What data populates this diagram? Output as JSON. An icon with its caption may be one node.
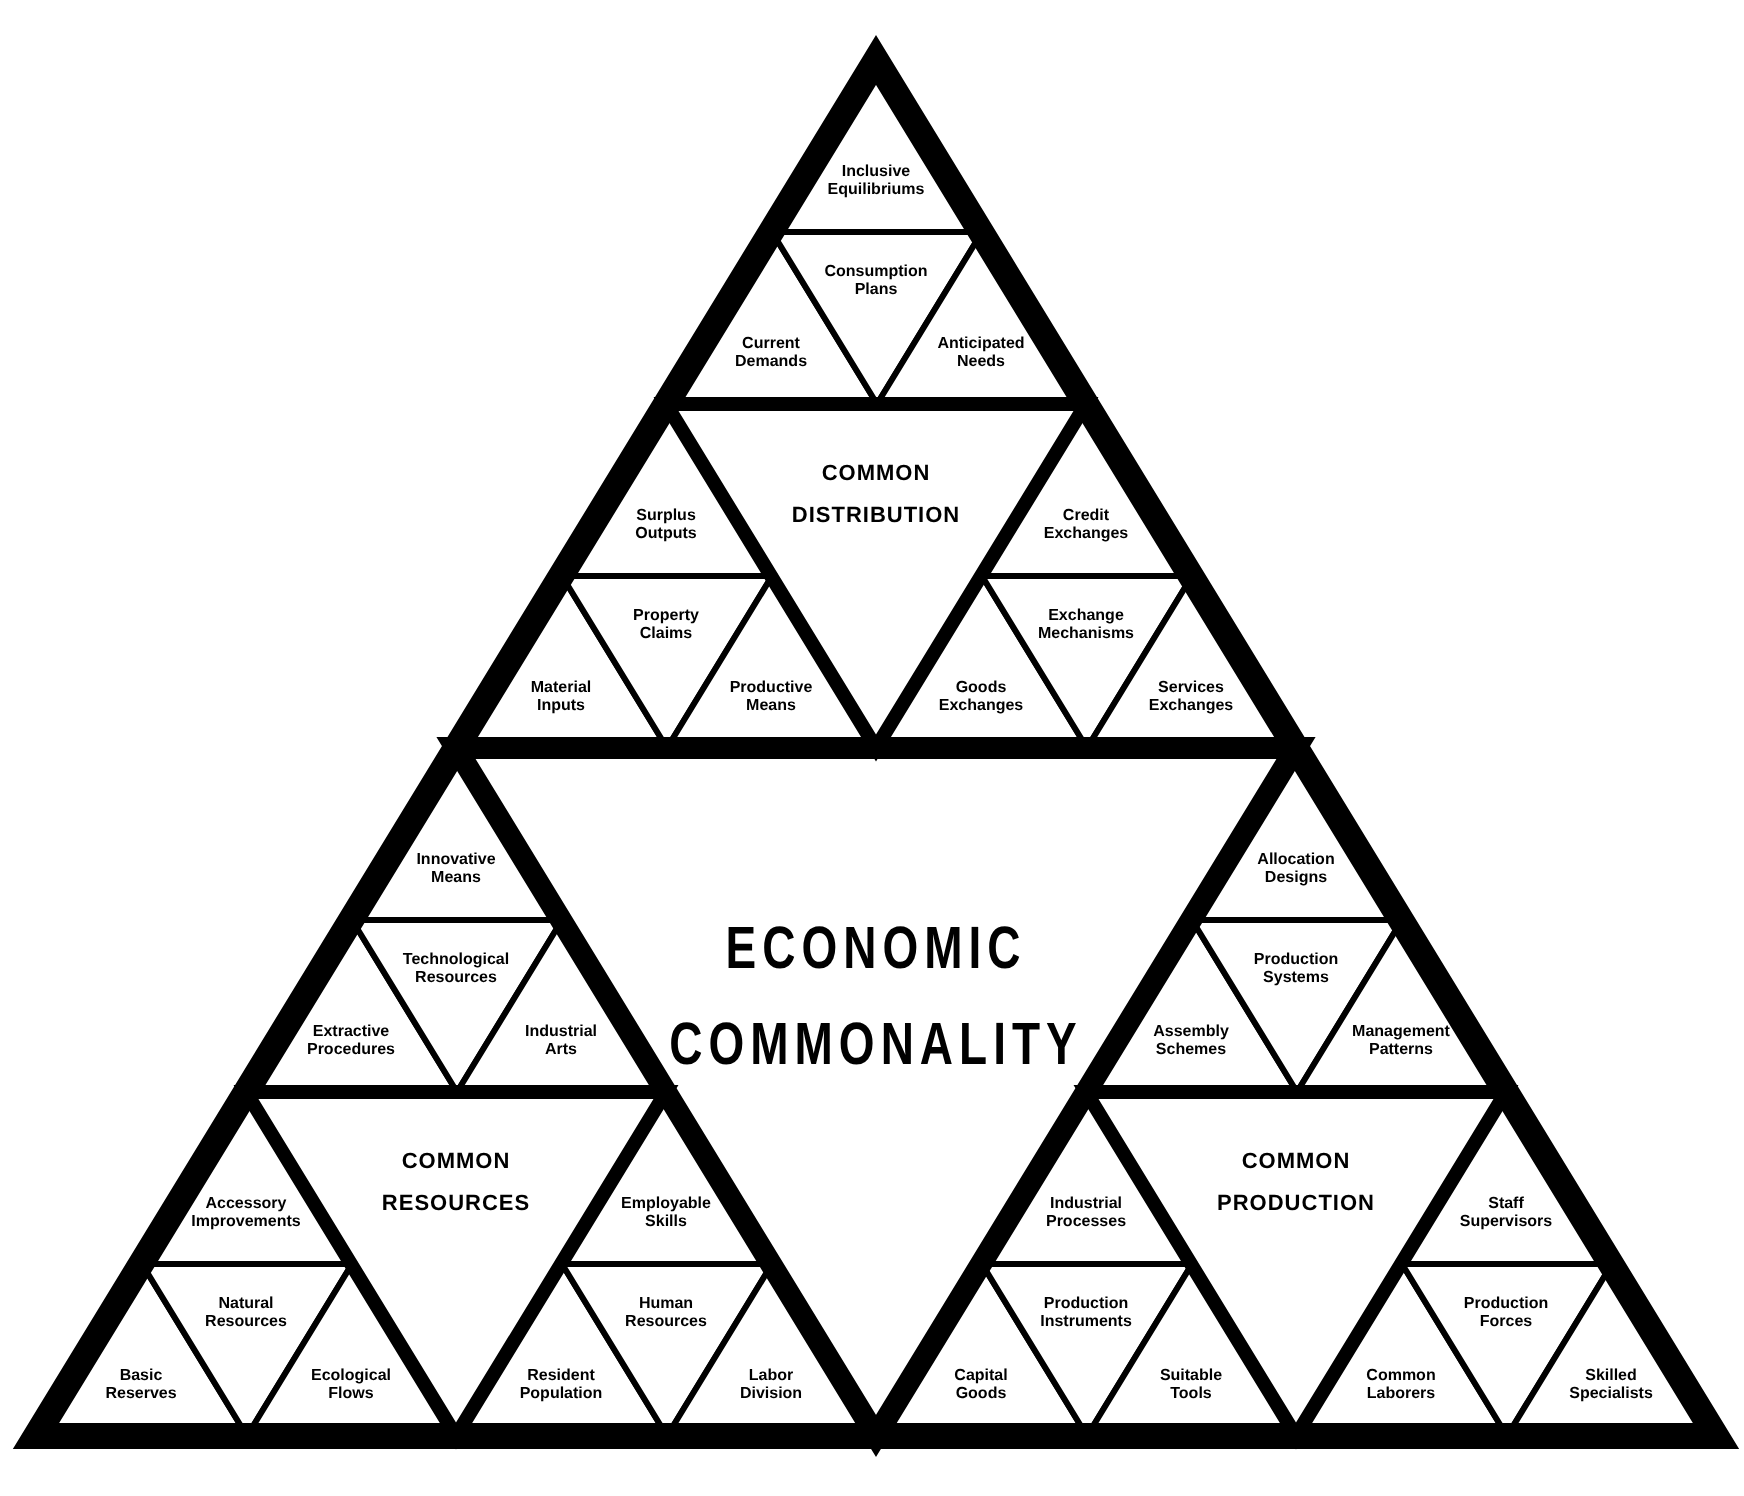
{
  "diagram": {
    "nodes": [
      {
        "text": [
          "Inclusive Equilibriums"
        ]
      },
      {
        "text": [
          "Consumption Plans"
        ]
      },
      {
        "text": [
          "Current Demands"
        ]
      },
      {
        "text": [
          "Anticipated Needs"
        ]
      },
      {
        "text": [
          "COMMON DISTRIBUTION"
        ]
      },
      {
        "text": [
          "Surplus Outputs"
        ]
      },
      {
        "text": [
          "Credit Exchanges"
        ]
      },
      {
        "text": [
          "Property Claims"
        ]
      },
      {
        "text": [
          "Exchange Mechanisms"
        ]
      },
      {
        "text": [
          "Material Inputs"
        ]
      },
      {
        "text": [
          "Productive Means"
        ]
      },
      {
        "text": [
          "Goods Exchanges"
        ]
      },
      {
        "text": [
          "Services Exchanges"
        ]
      },
      {
        "text": [
          "Innovative Means"
        ]
      },
      {
        "text": [
          "Allocation Designs"
        ]
      },
      {
        "text": [
          "ECONOMIC COMMONALITY"
        ]
      },
      {
        "text": [
          "Technological Resources"
        ]
      },
      {
        "text": [
          "Production Systems"
        ]
      },
      {
        "text": [
          "Extractive Procedures"
        ]
      },
      {
        "text": [
          "Industrial Arts"
        ]
      },
      {
        "text": [
          "Assembly Schemes"
        ]
      },
      {
        "text": [
          "Management Patterns"
        ]
      },
      {
        "text": [
          "COMMON RESOURCES"
        ]
      },
      {
        "text": [
          "COMMON PRODUCTION"
        ]
      },
      {
        "text": [
          "Accessory Improvements"
        ]
      },
      {
        "text": [
          "Employable Skills"
        ]
      },
      {
        "text": [
          "Industrial Processes"
        ]
      },
      {
        "text": [
          "Staff Supervisors"
        ]
      },
      {
        "text": [
          "Natural Resources"
        ]
      },
      {
        "text": [
          "Human Resources"
        ]
      },
      {
        "text": [
          "Production Instruments"
        ]
      },
      {
        "text": [
          "Production Forces"
        ]
      },
      {
        "text": [
          "Basic Reserves"
        ]
      },
      {
        "text": [
          "Ecological Flows"
        ]
      },
      {
        "text": [
          "Resident Population"
        ]
      },
      {
        "text": [
          "Labor Division"
        ]
      },
      {
        "text": [
          "Capital Goods"
        ]
      },
      {
        "text": [
          "Suitable Tools"
        ]
      },
      {
        "text": [
          "Common Laborers"
        ]
      },
      {
        "text": [
          "Skilled Specialists"
        ]
      }
    ]
  }
}
